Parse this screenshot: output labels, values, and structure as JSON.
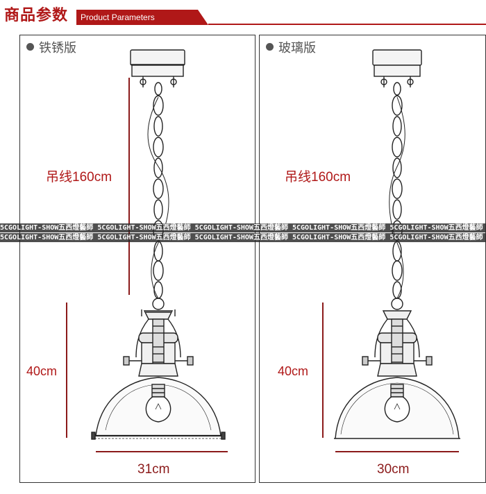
{
  "header": {
    "title": "商品参数",
    "subtitle": "Product Parameters",
    "accent_color": "#b01818"
  },
  "panels": [
    {
      "title": "铁锈版",
      "cord_length": "吊线160cm",
      "lamp_height": "40cm",
      "shade_width": "31cm",
      "icon": "pendant-lamp-drawing"
    },
    {
      "title": "玻璃版",
      "cord_length": "吊线160cm",
      "lamp_height": "40cm",
      "shade_width": "30cm",
      "icon": "pendant-lamp-drawing"
    }
  ],
  "watermark": {
    "text": "5CGOLIGHT-SHOW五西燈藝師"
  }
}
